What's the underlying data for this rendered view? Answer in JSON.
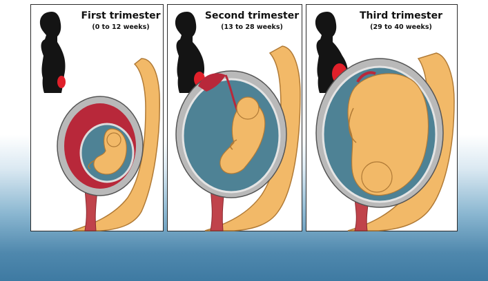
{
  "panels": [
    {
      "title": "First trimester",
      "range": "(0 to 12 weeks)"
    },
    {
      "title": "Second trimester",
      "range": "(13 to 28 weeks)"
    },
    {
      "title": "Third trimester",
      "range": "(29 to 40 weeks)"
    }
  ],
  "colors": {
    "silhouette": "#141414",
    "uterus_highlight": "#e0202a",
    "skin": "#f2b968",
    "skin_outline": "#b07a36",
    "uterine_wall": "#b9b9b9",
    "amniotic_fluid": "#4e8295",
    "placenta": "#b8283a"
  }
}
